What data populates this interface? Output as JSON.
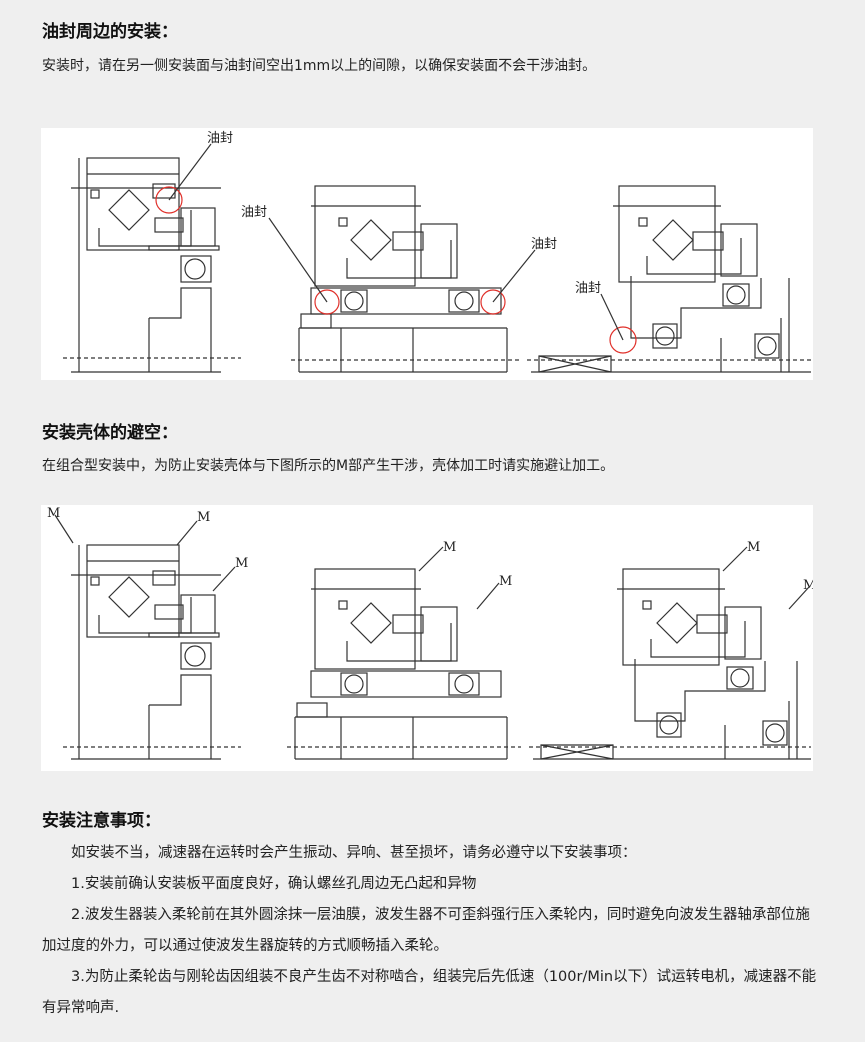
{
  "section1": {
    "title": "油封周边的安装：",
    "text": "安装时，请在另一侧安装面与油封间空出1mm以上的间隙，以确保安装面不会干涉油封。",
    "diagram_label": "油封"
  },
  "section2": {
    "title": "安装壳体的避空：",
    "text": "在组合型安装中，为防止安装壳体与下图所示的M部产生干涉，壳体加工时请实施避让加工。",
    "diagram_label": "M"
  },
  "section3": {
    "title": "安装注意事项：",
    "intro": "如安装不当，减速器在运转时会产生振动、异响、甚至损坏，请务必遵守以下安装事项：",
    "item1": "1.安装前确认安装板平面度良好，确认螺丝孔周边无凸起和异物",
    "item2": "2.波发生器装入柔轮前在其外圆涂抹一层油膜，波发生器不可歪斜强行压入柔轮内，同时避免向波发生器轴承部位施加过度的外力，可以通过使波发生器旋转的方式顺畅插入柔轮。",
    "item3": "3.为防止柔轮齿与刚轮齿因组装不良产生齿不对称啮合，组装完后先低速（100r/Min以下）试运转电机，减速器不能有异常响声."
  },
  "colors": {
    "background": "#efefef",
    "panel": "#ffffff",
    "highlight": "#e0302a"
  }
}
